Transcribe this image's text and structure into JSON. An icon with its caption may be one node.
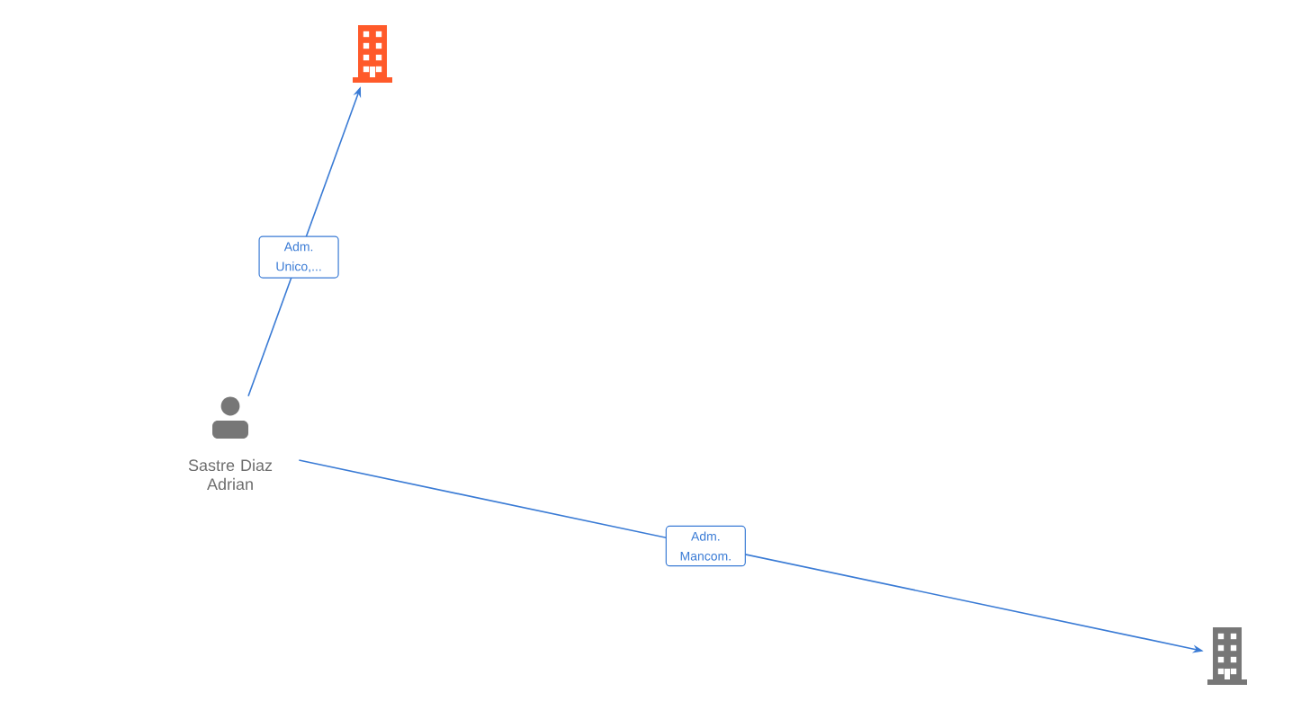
{
  "diagram": {
    "nodes": [
      {
        "text": [],
        "shape": "picture"
      },
      {
        "text": [
          "Sastre Diaz Adrian"
        ]
      },
      {
        "text": [],
        "shape": "picture"
      }
    ],
    "edges": [
      {
        "from": 1,
        "to": 0,
        "arrow": "to",
        "label": "Adm. Unico,..."
      },
      {
        "from": 1,
        "to": 2,
        "arrow": "to",
        "label": "Adm. Mancom."
      }
    ]
  }
}
